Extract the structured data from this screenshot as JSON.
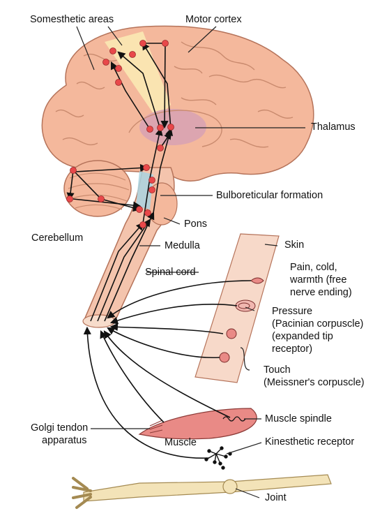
{
  "labels": {
    "somesthetic_areas": "Somesthetic areas",
    "motor_cortex": "Motor cortex",
    "thalamus": "Thalamus",
    "bulboreticular_formation": "Bulboreticular formation",
    "pons": "Pons",
    "cerebellum": "Cerebellum",
    "medulla": "Medulla",
    "skin": "Skin",
    "spinal_cord": "Spinal cord",
    "pain_line1": "Pain, cold,",
    "pain_line2": "warmth (free",
    "pain_line3": "nerve ending)",
    "pressure_line1": "Pressure",
    "pressure_line2": "(Pacinian corpuscle)",
    "pressure_line3": "(expanded tip",
    "pressure_line4": "receptor)",
    "touch_line1": "Touch",
    "touch_line2": "(Meissner's corpuscle)",
    "muscle_spindle": "Muscle spindle",
    "golgi_line1": "Golgi tendon",
    "golgi_line2": "apparatus",
    "muscle": "Muscle",
    "kinesthetic_receptor": "Kinesthetic receptor",
    "joint": "Joint"
  },
  "colors": {
    "brain": "#f4b89c",
    "brain_outline": "#b5735a",
    "somesthetic_band": "#fbe9b4",
    "thalamus": "#d9a3b3",
    "bulboreticular": "#a9d3e0",
    "neuron_dot": "#e8484a",
    "muscle": "#e98a86",
    "bone": "#f3e3b8"
  }
}
